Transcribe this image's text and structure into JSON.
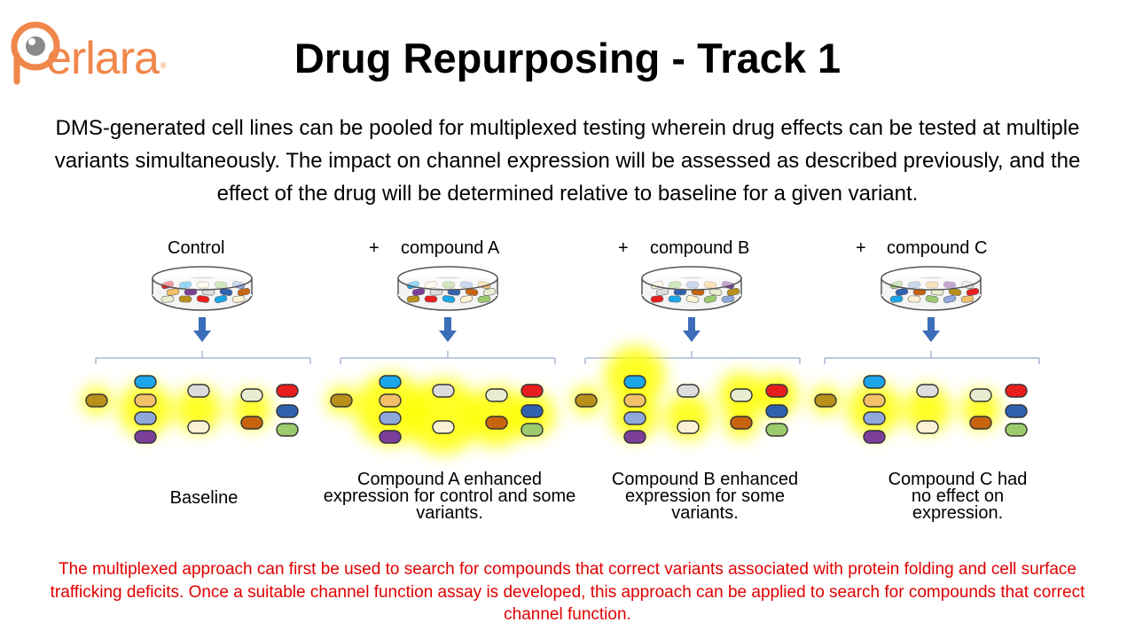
{
  "logo": {
    "text": "erlara",
    "tm": "®"
  },
  "title": "Drug Repurposing - Track 1",
  "intro": "DMS-generated cell lines can be pooled for multiplexed testing wherein drug effects can be tested at multiple variants simultaneously. The impact on channel expression will be assessed as described previously, and the effect of the drug will be determined relative to baseline for a given variant.",
  "panels": [
    {
      "plus": "",
      "condition": "Control",
      "caption": "Baseline"
    },
    {
      "plus": "+",
      "condition": "compound A",
      "caption": "Compound A enhanced expression for control and some variants."
    },
    {
      "plus": "+",
      "condition": "compound B",
      "caption": "Compound B enhanced expression for some variants."
    },
    {
      "plus": "+",
      "condition": "compound C",
      "caption": "Compound C had no effect on expression."
    }
  ],
  "footer_note": "The multiplexed approach can first be used to search for compounds that correct variants associated with protein folding and cell surface trafficking deficits. Once a suitable channel function assay is developed, this approach can be applied to search for compounds that correct channel function.",
  "colors": {
    "logo_orange": "#f0874a",
    "arrow_blue": "#3c6db8",
    "highlight_yellow": "#ffff00",
    "note_red": "#e00000",
    "cell_colors": [
      "#b8901a",
      "#1aa6e8",
      "#f3c06a",
      "#8fa8dc",
      "#7b3f9a",
      "#dcdcdc",
      "#fcf2d4",
      "#e8edd0",
      "#c8640e",
      "#e81e1e",
      "#2e62b0",
      "#9ccb6e"
    ]
  }
}
